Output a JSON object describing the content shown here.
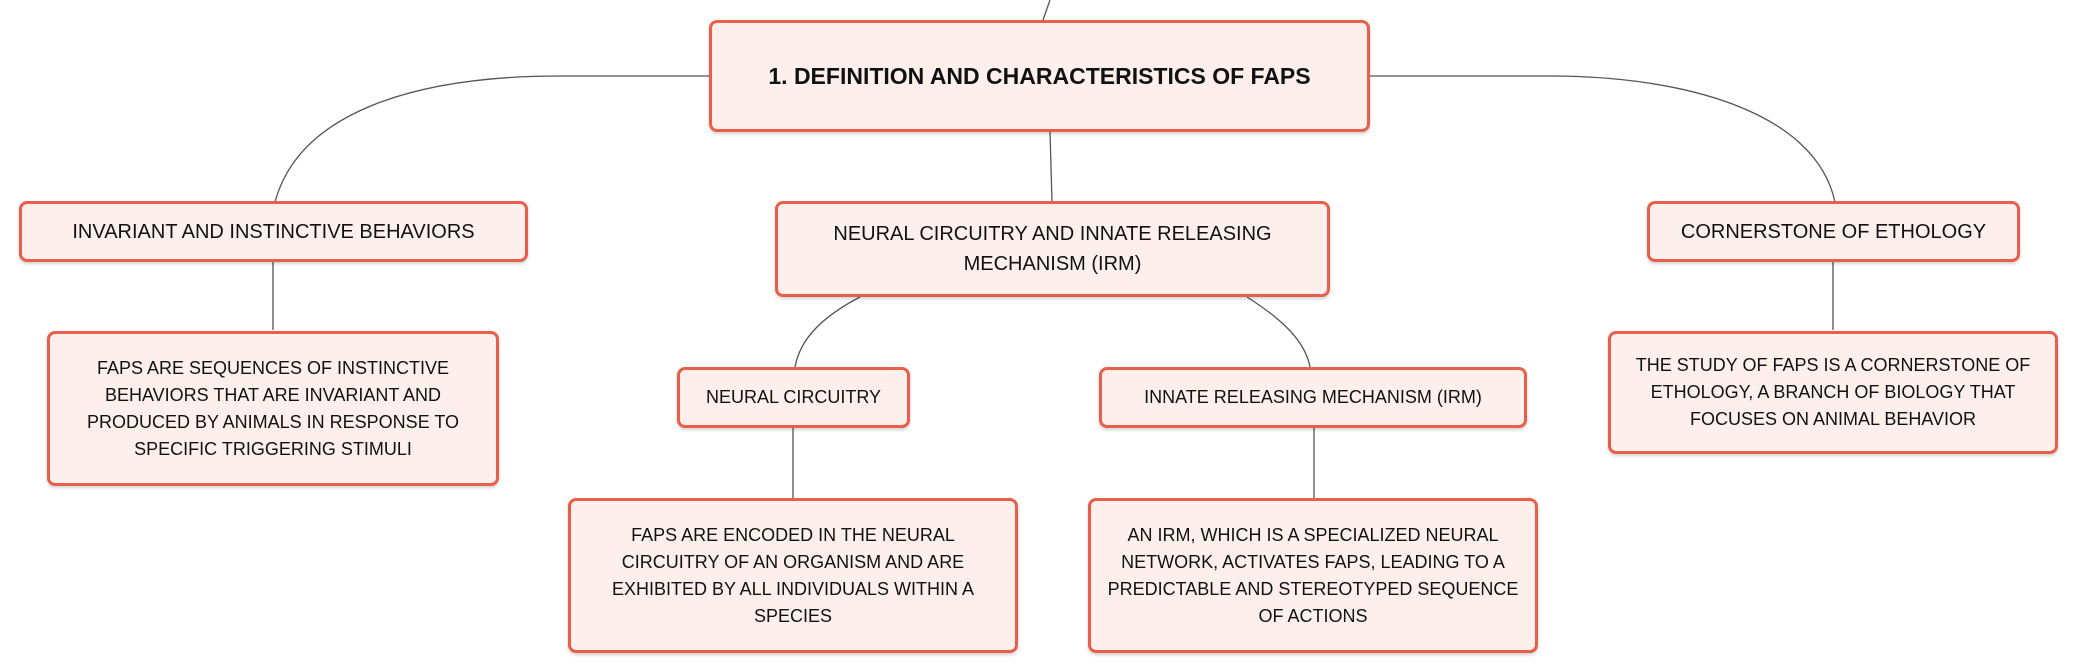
{
  "colors": {
    "border": "#e8604c",
    "fill": "#fdf0ec",
    "line": "#555555"
  },
  "root": {
    "label": "1. DEFINITION AND CHARACTERISTICS OF FAPS"
  },
  "branches": {
    "invariant": {
      "label": "INVARIANT AND INSTINCTIVE BEHAVIORS",
      "detail": "FAPS ARE SEQUENCES OF INSTINCTIVE BEHAVIORS THAT ARE INVARIANT AND PRODUCED BY ANIMALS IN RESPONSE TO SPECIFIC TRIGGERING STIMULI"
    },
    "neural_irm": {
      "label": "NEURAL CIRCUITRY AND INNATE RELEASING MECHANISM (IRM)",
      "neural": {
        "label": "NEURAL CIRCUITRY",
        "detail": "FAPS ARE ENCODED IN THE NEURAL CIRCUITRY OF AN ORGANISM AND ARE EXHIBITED BY ALL INDIVIDUALS WITHIN A SPECIES"
      },
      "irm": {
        "label": "INNATE RELEASING MECHANISM (IRM)",
        "detail": "AN IRM, WHICH IS A SPECIALIZED NEURAL NETWORK, ACTIVATES FAPS, LEADING TO A PREDICTABLE AND STEREOTYPED SEQUENCE OF ACTIONS"
      }
    },
    "cornerstone": {
      "label": "CORNERSTONE OF ETHOLOGY",
      "detail": "THE STUDY OF FAPS IS A CORNERSTONE OF ETHOLOGY, A BRANCH OF BIOLOGY THAT FOCUSES ON ANIMAL BEHAVIOR"
    }
  }
}
